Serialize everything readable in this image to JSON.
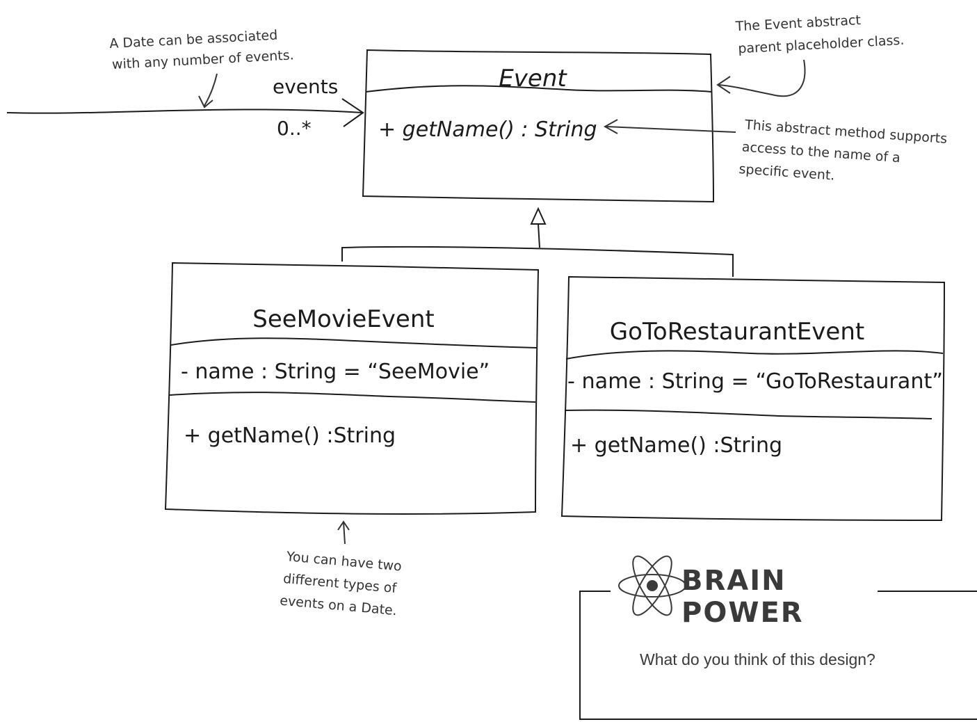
{
  "classes": {
    "event": {
      "name": "Event",
      "method": "+ getName() : String"
    },
    "see_movie": {
      "name": "SeeMovieEvent",
      "attribute": "- name : String = “SeeMovie”",
      "method": "+ getName() :String"
    },
    "go_to_restaurant": {
      "name": "GoToRestaurantEvent",
      "attribute": "- name : String = “GoToRestaurant”",
      "method": "+ getName() :String"
    }
  },
  "association": {
    "role": "events",
    "multiplicity": "0..*"
  },
  "annotations": {
    "date_note": [
      "A Date can be associated",
      "with any number of events."
    ],
    "parent_note": [
      "The Event abstract",
      "parent placeholder class."
    ],
    "method_note": [
      "This abstract method supports",
      "access to the name of a",
      "specific event."
    ],
    "types_note": [
      "You can have two",
      "different types of",
      "events on a Date."
    ]
  },
  "brain_power": {
    "line1": "BRAIN",
    "line2": "POWER",
    "question": "What do you think of this design?"
  }
}
